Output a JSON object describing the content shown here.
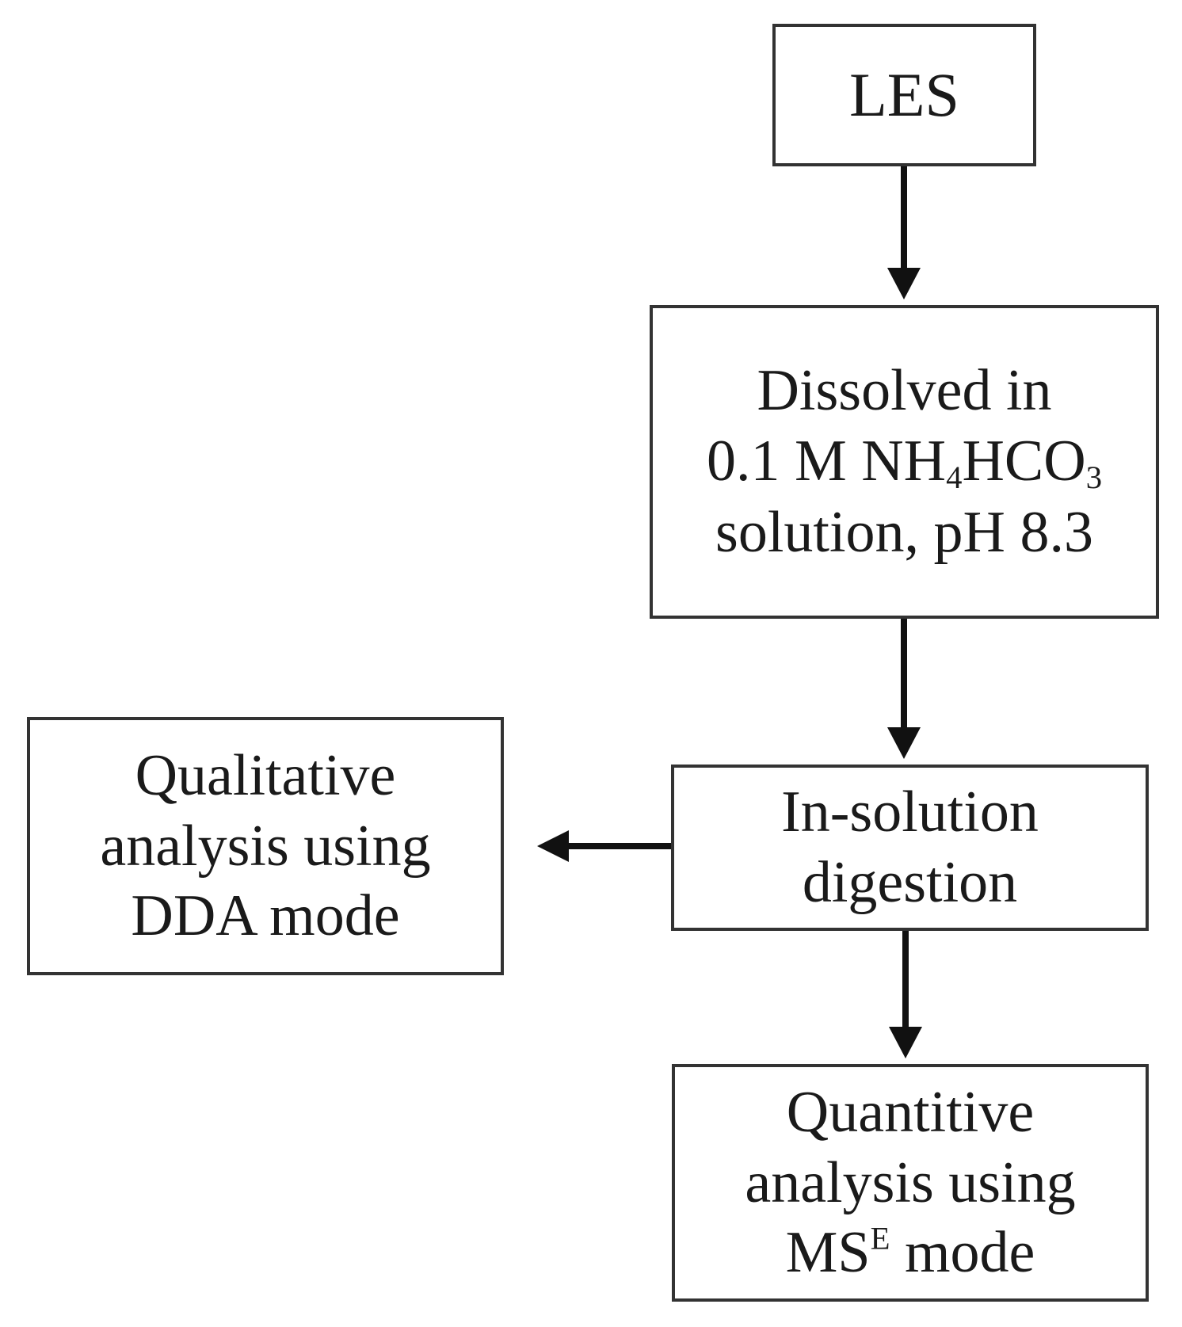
{
  "nodes": {
    "les": {
      "lines": [
        "LES"
      ]
    },
    "dissolved": {
      "line1": "Dissolved in",
      "line2_prefix": "0.1 M NH",
      "line2_sub1": "4",
      "line2_mid": "HCO",
      "line2_sub2": "3",
      "line3": "solution, pH 8.3"
    },
    "digestion": {
      "line1": "In-solution",
      "line2": "digestion"
    },
    "qualitative": {
      "line1": "Qualitative",
      "line2": "analysis using",
      "line3": "DDA mode"
    },
    "quantitive": {
      "line1": "Quantitive",
      "line2": "analysis using",
      "line3_prefix": "MS",
      "line3_sup": "E",
      "line3_suffix": " mode"
    }
  },
  "edges": [
    {
      "from": "les",
      "to": "dissolved"
    },
    {
      "from": "dissolved",
      "to": "digestion"
    },
    {
      "from": "digestion",
      "to": "qualitative"
    },
    {
      "from": "digestion",
      "to": "quantitive"
    }
  ]
}
